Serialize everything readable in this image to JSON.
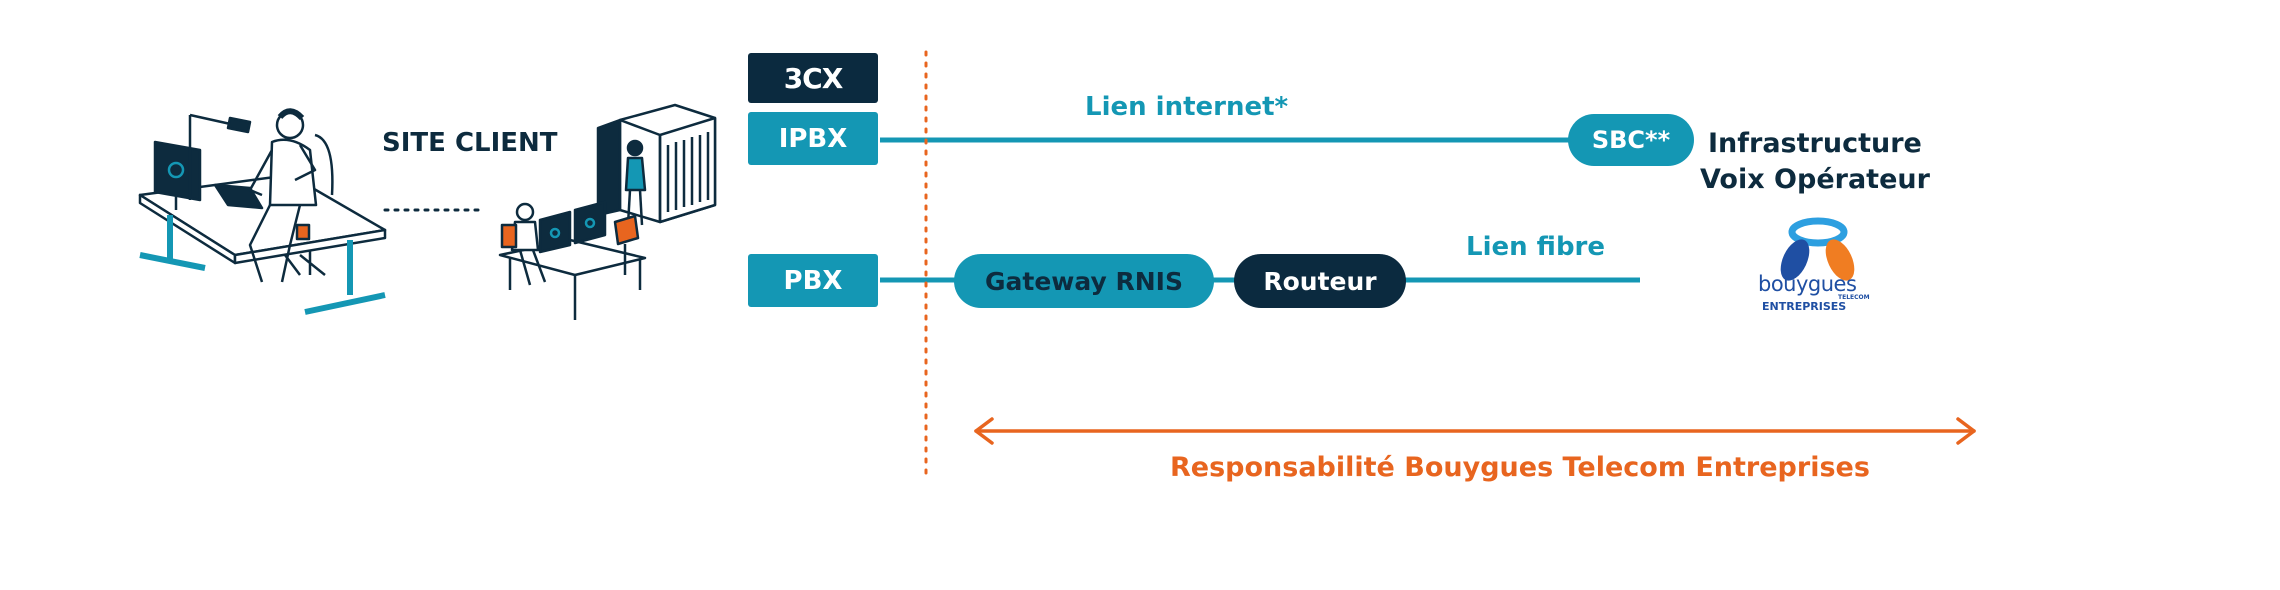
{
  "colors": {
    "teal": "#1497b4",
    "navy": "#0b2a3f",
    "orange": "#e8651f",
    "text_dark": "#0d2b3e",
    "bouygues_orange": "#f07d22",
    "bouygues_blue": "#1f4fa3",
    "bouygues_lightblue": "#2d9fe0"
  },
  "site_client": {
    "label": "SITE CLIENT"
  },
  "threecx_logo": {
    "text": "3CX"
  },
  "nodes": {
    "ipbx": "IPBX",
    "pbx": "PBX",
    "sbc": "SBC**",
    "gateway": "Gateway RNIS",
    "routeur": "Routeur"
  },
  "links": {
    "internet": "Lien internet*",
    "fibre": "Lien fibre"
  },
  "operator": {
    "line1": "Infrastructure",
    "line2": "Voix Opérateur"
  },
  "bouygues_logo": {
    "word": "bouygues",
    "small": "TELECOM",
    "sub": "ENTREPRISES"
  },
  "responsibility": {
    "label": "Responsabilité Bouygues Telecom Entreprises"
  },
  "icons": [
    "office-worker-illustration",
    "server-room-illustration",
    "bouygues-logo",
    "threecx-logo"
  ]
}
